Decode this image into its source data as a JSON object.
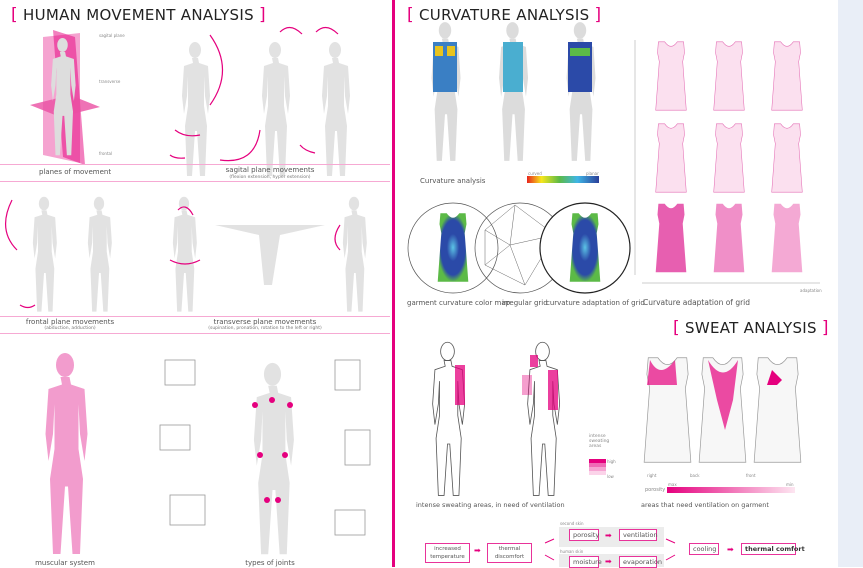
{
  "colors": {
    "accent": "#e5007e",
    "sidebar": "#e9eef7"
  },
  "left": {
    "title": "HUMAN MOVEMENT ANALYSIS",
    "bracket_open": "[",
    "bracket_close": "]",
    "plane_labels": {
      "sagittal": "sagital plane",
      "transverse": "transverse",
      "frontal": "frontal"
    },
    "row1": {
      "planes": "planes of movement",
      "sagittal": "sagital plane movements",
      "sagittal_sub": "(flexion extension, hyper extension)"
    },
    "row2": {
      "frontal": "frontal plane movements",
      "frontal_sub": "(abduction, adduction)",
      "transverse": "transverse plane movements",
      "transverse_sub": "(supination, pronation, rotation to the left or right)"
    },
    "row3": {
      "muscular": "muscular system",
      "joints": "types of joints"
    }
  },
  "right": {
    "title": "CURVATURE ANALYSIS",
    "curvature_label": "Curvature analysis",
    "scale": {
      "left": "curved",
      "right": "planar"
    },
    "circles": [
      "garment curvature color map",
      "irregular grid",
      "curvature adaptation of grid"
    ],
    "grid_label": "Curvature adaptation of grid",
    "grid_axis": "adaptation",
    "sweat_title": "SWEAT ANALYSIS",
    "sweat_legend": {
      "title": "intense sweating areas",
      "high": "high",
      "low": "low"
    },
    "sweat_body_label": "intense sweating areas, in need of ventilation",
    "garment_views": [
      "right",
      "back",
      "front"
    ],
    "porosity": {
      "label": "porosity",
      "max": "max",
      "min": "min"
    },
    "garment_label": "areas that need ventilation on garment",
    "flow": {
      "increased": "increased temperature",
      "thermal": "thermal discomfort",
      "second_skin": "second skin",
      "porosity": "porosity",
      "ventilation": "ventilation",
      "human_skin": "human skin",
      "moisture": "moisture",
      "evaporation": "evaporation",
      "cooling": "cooling",
      "comfort": "thermal comfort"
    }
  }
}
